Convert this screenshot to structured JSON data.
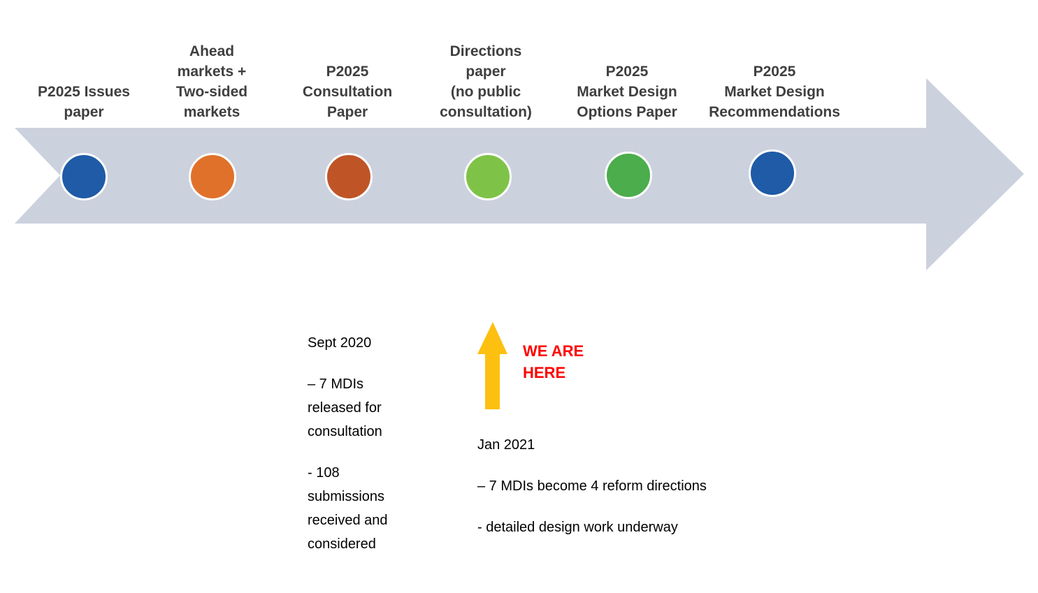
{
  "timeline": {
    "arrow_color": "#ccd1de",
    "milestones": [
      {
        "label": "P2025 Issues\npaper",
        "color": "#1f5ba6"
      },
      {
        "label": "Ahead\nmarkets +\nTwo-sided\nmarkets",
        "color": "#e0712a"
      },
      {
        "label": "P2025\nConsultation\nPaper",
        "color": "#bf5527"
      },
      {
        "label": "Directions\npaper\n(no public\nconsultation)",
        "color": "#7ec347"
      },
      {
        "label": "P2025\nMarket Design\nOptions Paper",
        "color": "#4bad4c"
      },
      {
        "label": "P2025\nMarket Design\nRecommendations",
        "color": "#1f5ba6"
      }
    ]
  },
  "annotations": {
    "sept_block": {
      "paragraphs": [
        "Sept 2020",
        "– 7 MDIs\nreleased for\nconsultation",
        "- 108\nsubmissions\nreceived and\nconsidered"
      ]
    },
    "here_marker": {
      "label": "WE ARE\nHERE",
      "text_color": "#ff0000",
      "arrow_color": "#fdc010"
    },
    "jan_block": {
      "paragraphs": [
        "Jan 2021",
        "– 7 MDIs become 4 reform directions",
        "- detailed design work underway"
      ]
    }
  }
}
